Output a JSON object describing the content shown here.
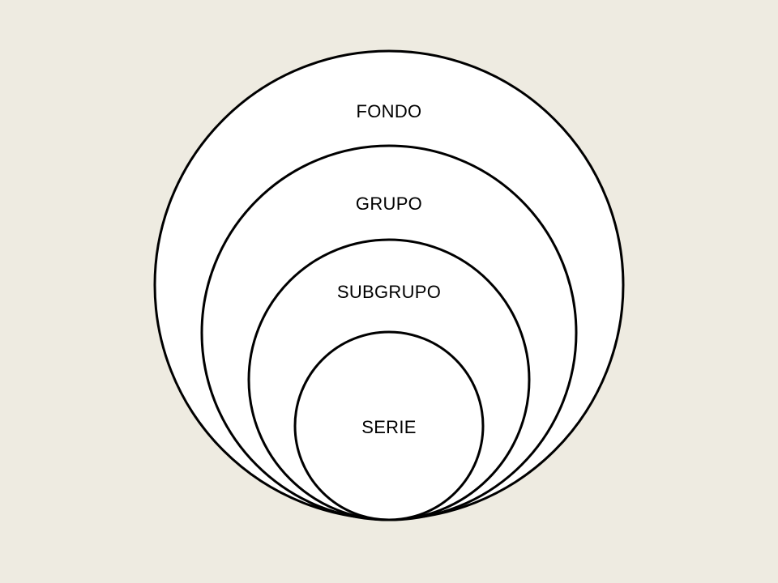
{
  "diagram": {
    "levels": [
      {
        "label": "FONDO"
      },
      {
        "label": "GRUPO"
      },
      {
        "label": "SUBGRUPO"
      },
      {
        "label": "SERIE"
      }
    ]
  },
  "colors": {
    "background": "#eeebe1",
    "fill": "#ffffff",
    "stroke": "#000000"
  }
}
